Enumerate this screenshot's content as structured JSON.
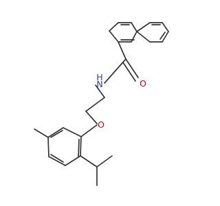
{
  "molecule": {
    "atom_labels": {
      "nitrogen": "N",
      "nitrogen_hydrogen": "H",
      "carbonyl_oxygen": "O",
      "ether_oxygen": "O"
    },
    "colors": {
      "bond": "#333333",
      "nitrogen": "#3333cc",
      "oxygen": "#cc0000",
      "background": "#ffffff"
    }
  }
}
